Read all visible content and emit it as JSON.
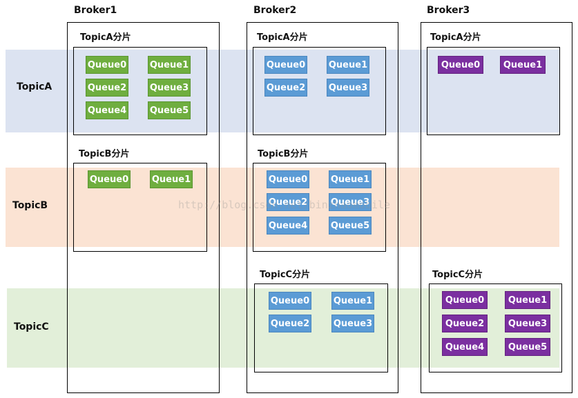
{
  "topics": {
    "a": {
      "label": "TopicA",
      "color": "#dce3f1"
    },
    "b": {
      "label": "TopicB",
      "color": "#fbe3d3"
    },
    "c": {
      "label": "TopicC",
      "color": "#e2efd9"
    }
  },
  "brokers": [
    {
      "label": "Broker1"
    },
    {
      "label": "Broker2"
    },
    {
      "label": "Broker3"
    }
  ],
  "shards": {
    "b1_a": {
      "label": "TopicA分片",
      "queues": [
        "Queue0",
        "Queue1",
        "Queue2",
        "Queue3",
        "Queue4",
        "Queue5"
      ]
    },
    "b1_b": {
      "label": "TopicB分片",
      "queues": [
        "Queue0",
        "Queue1"
      ]
    },
    "b2_a": {
      "label": "TopicA分片",
      "queues": [
        "Queue0",
        "Queue1",
        "Queue2",
        "Queue3"
      ]
    },
    "b2_b": {
      "label": "TopicB分片",
      "queues": [
        "Queue0",
        "Queue1",
        "Queue2",
        "Queue3",
        "Queue4",
        "Queue5"
      ]
    },
    "b2_c": {
      "label": "TopicC分片",
      "queues": [
        "Queue0",
        "Queue1",
        "Queue2",
        "Queue3"
      ]
    },
    "b3_a": {
      "label": "TopicA分片",
      "queues": [
        "Queue0",
        "Queue1"
      ]
    },
    "b3_c": {
      "label": "TopicC分片",
      "queues": [
        "Queue0",
        "Queue1",
        "Queue2",
        "Queue3",
        "Queue4",
        "Queue5"
      ]
    }
  },
  "queue_colors": {
    "green": "#6fae3f",
    "blue": "#5b9bd5",
    "purple": "#7b2fa0"
  },
  "watermark": "http://blog.csdn.net/binzhaomobile"
}
